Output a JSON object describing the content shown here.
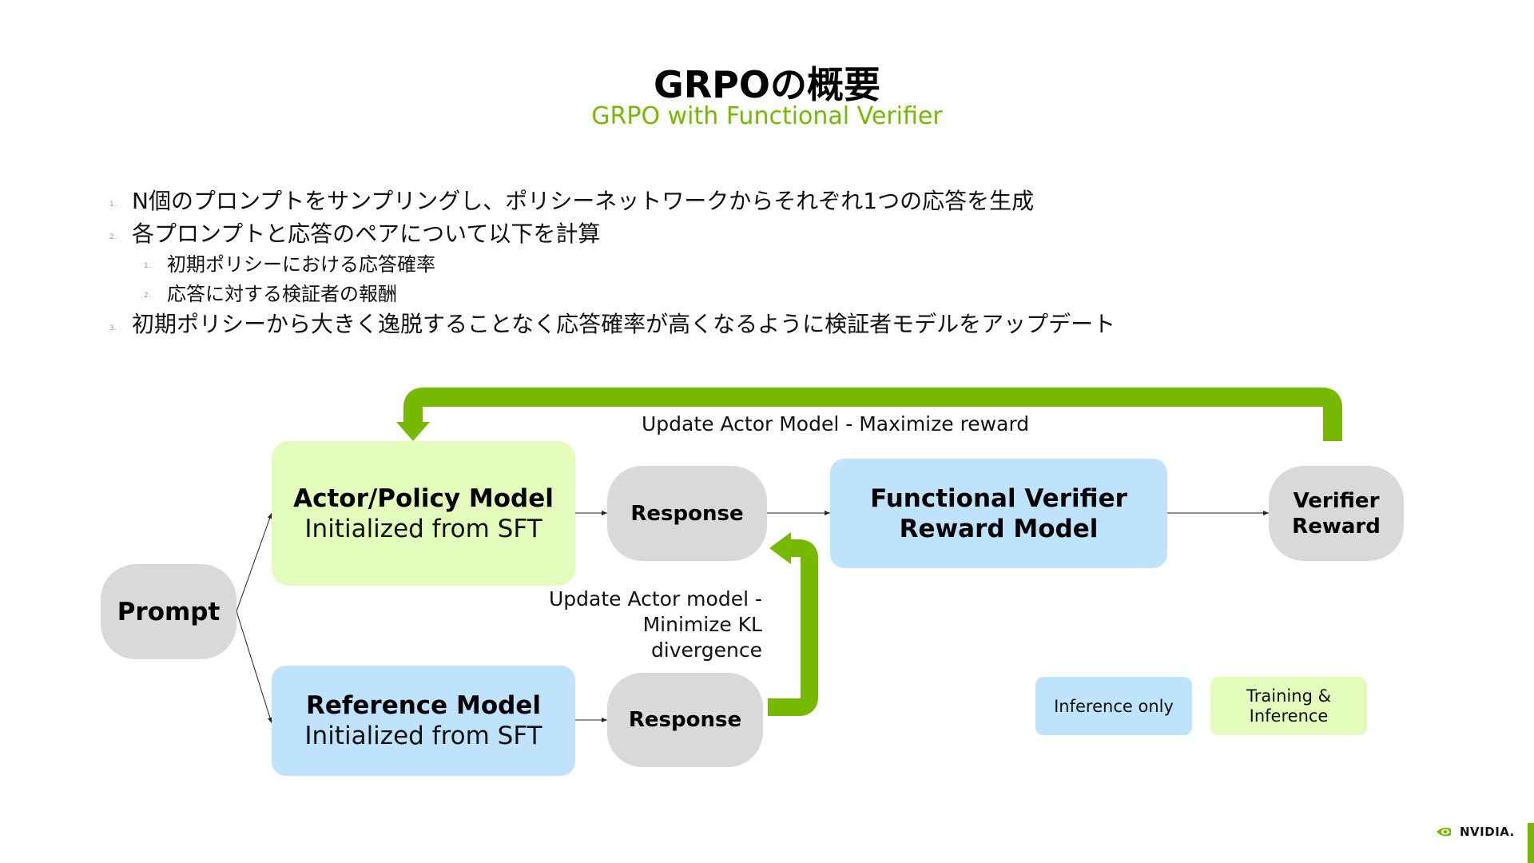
{
  "header": {
    "title": "GRPOの概要",
    "subtitle": "GRPO with Functional Verifier"
  },
  "steps": [
    {
      "num": "1.",
      "text": "N個のプロンプトをサンプリングし、ポリシーネットワークからそれぞれ1つの応答を生成"
    },
    {
      "num": "2.",
      "text": "各プロンプトと応答のペアについて以下を計算"
    },
    {
      "num": "1.",
      "text": "初期ポリシーにおける応答確率"
    },
    {
      "num": "2.",
      "text": "応答に対する検証者の報酬"
    },
    {
      "num": "3.",
      "text": "初期ポリシーから大きく逸脱することなく応答確率が高くなるように検証者モデルをアップデート"
    }
  ],
  "diagram": {
    "prompt": "Prompt",
    "actor": {
      "title": "Actor/Policy Model",
      "subtitle": "Initialized from SFT"
    },
    "reference": {
      "title": "Reference Model",
      "subtitle": "Initialized from SFT"
    },
    "response_top": "Response",
    "response_bottom": "Response",
    "verifier": {
      "line1": "Functional Verifier",
      "line2": "Reward Model"
    },
    "reward": {
      "line1": "Verifier",
      "line2": "Reward"
    },
    "update_max": "Update Actor Model - Maximize reward",
    "update_kl": {
      "line1": "Update Actor model -",
      "line2": "Minimize KL",
      "line3": "divergence"
    },
    "colors": {
      "accent": "#76b900",
      "green_box": "#e3fbbb",
      "blue_box": "#bfe3fd",
      "gray_pill": "#d9d9d9"
    }
  },
  "legend": {
    "inference": "Inference only",
    "training_line1": "Training &",
    "training_line2": "Inference"
  },
  "brand": {
    "logo_text": "NVIDIA."
  }
}
